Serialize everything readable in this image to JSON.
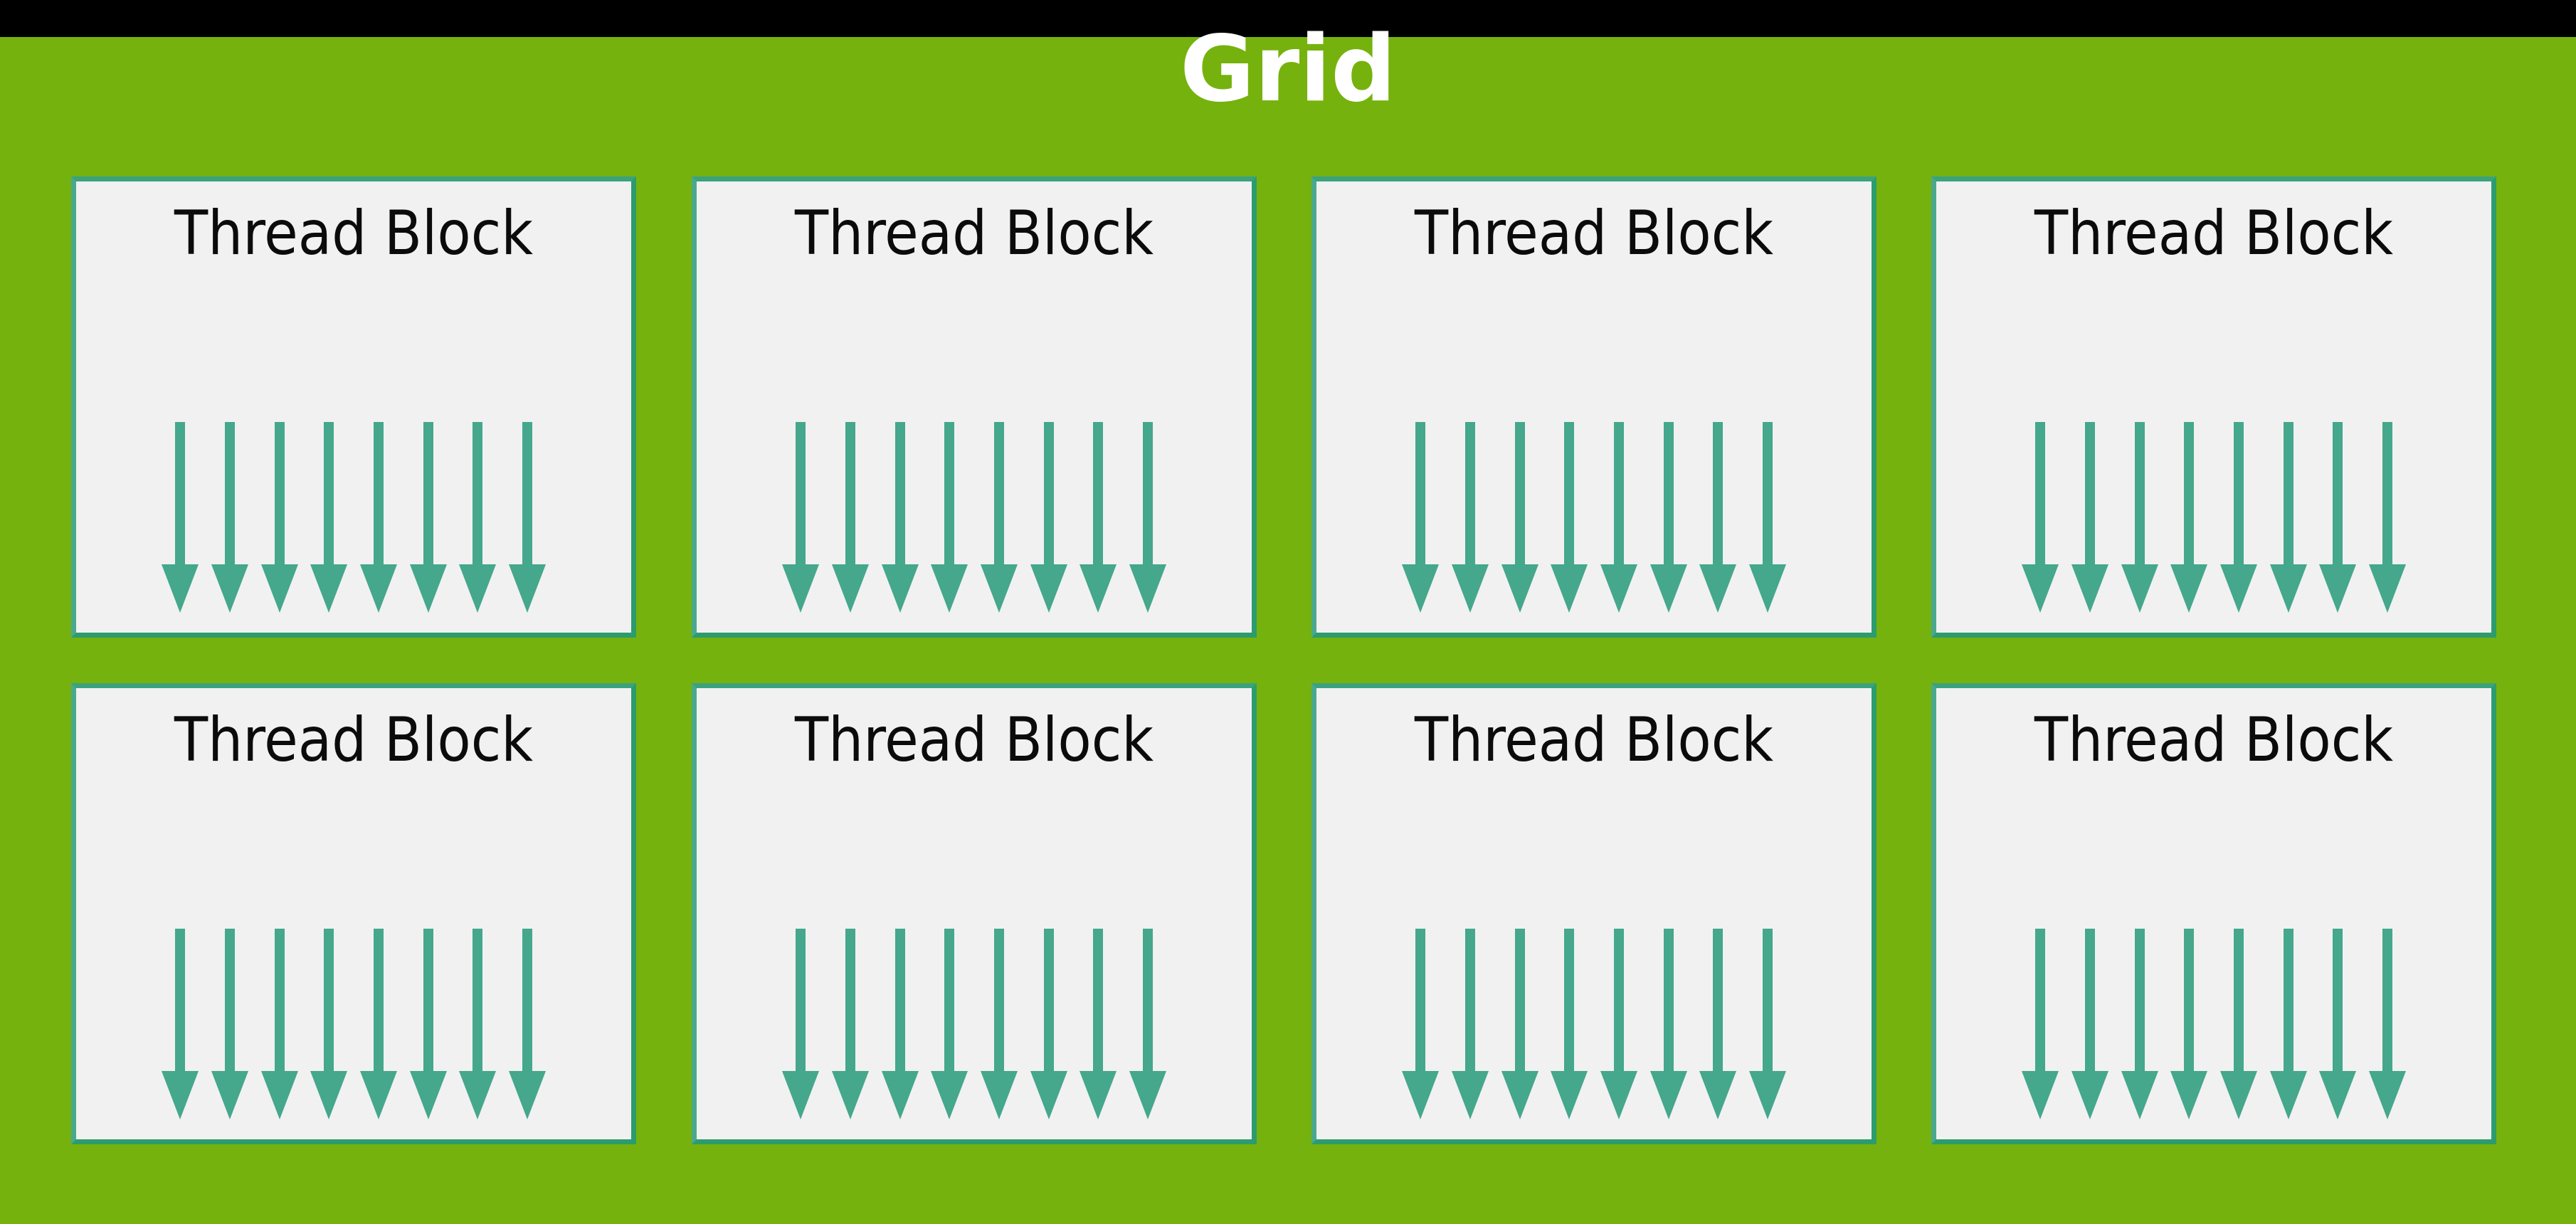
{
  "slide": {
    "title": "Grid",
    "background_color": "#76b20d",
    "top_bar_color": "#000000",
    "title_color": "#ffffff"
  },
  "grid": {
    "rows": 2,
    "columns": 4,
    "block_label": "Thread Block",
    "block_fill_color": "#f1f1f1",
    "block_border_color": "#2c9c6e",
    "arrow_color": "#45a78b",
    "arrows_per_block": 8,
    "blocks": [
      {
        "row": 0,
        "col": 0,
        "label": "Thread Block"
      },
      {
        "row": 0,
        "col": 1,
        "label": "Thread Block"
      },
      {
        "row": 0,
        "col": 2,
        "label": "Thread Block"
      },
      {
        "row": 0,
        "col": 3,
        "label": "Thread Block"
      },
      {
        "row": 1,
        "col": 0,
        "label": "Thread Block"
      },
      {
        "row": 1,
        "col": 1,
        "label": "Thread Block"
      },
      {
        "row": 1,
        "col": 2,
        "label": "Thread Block"
      },
      {
        "row": 1,
        "col": 3,
        "label": "Thread Block"
      }
    ]
  }
}
